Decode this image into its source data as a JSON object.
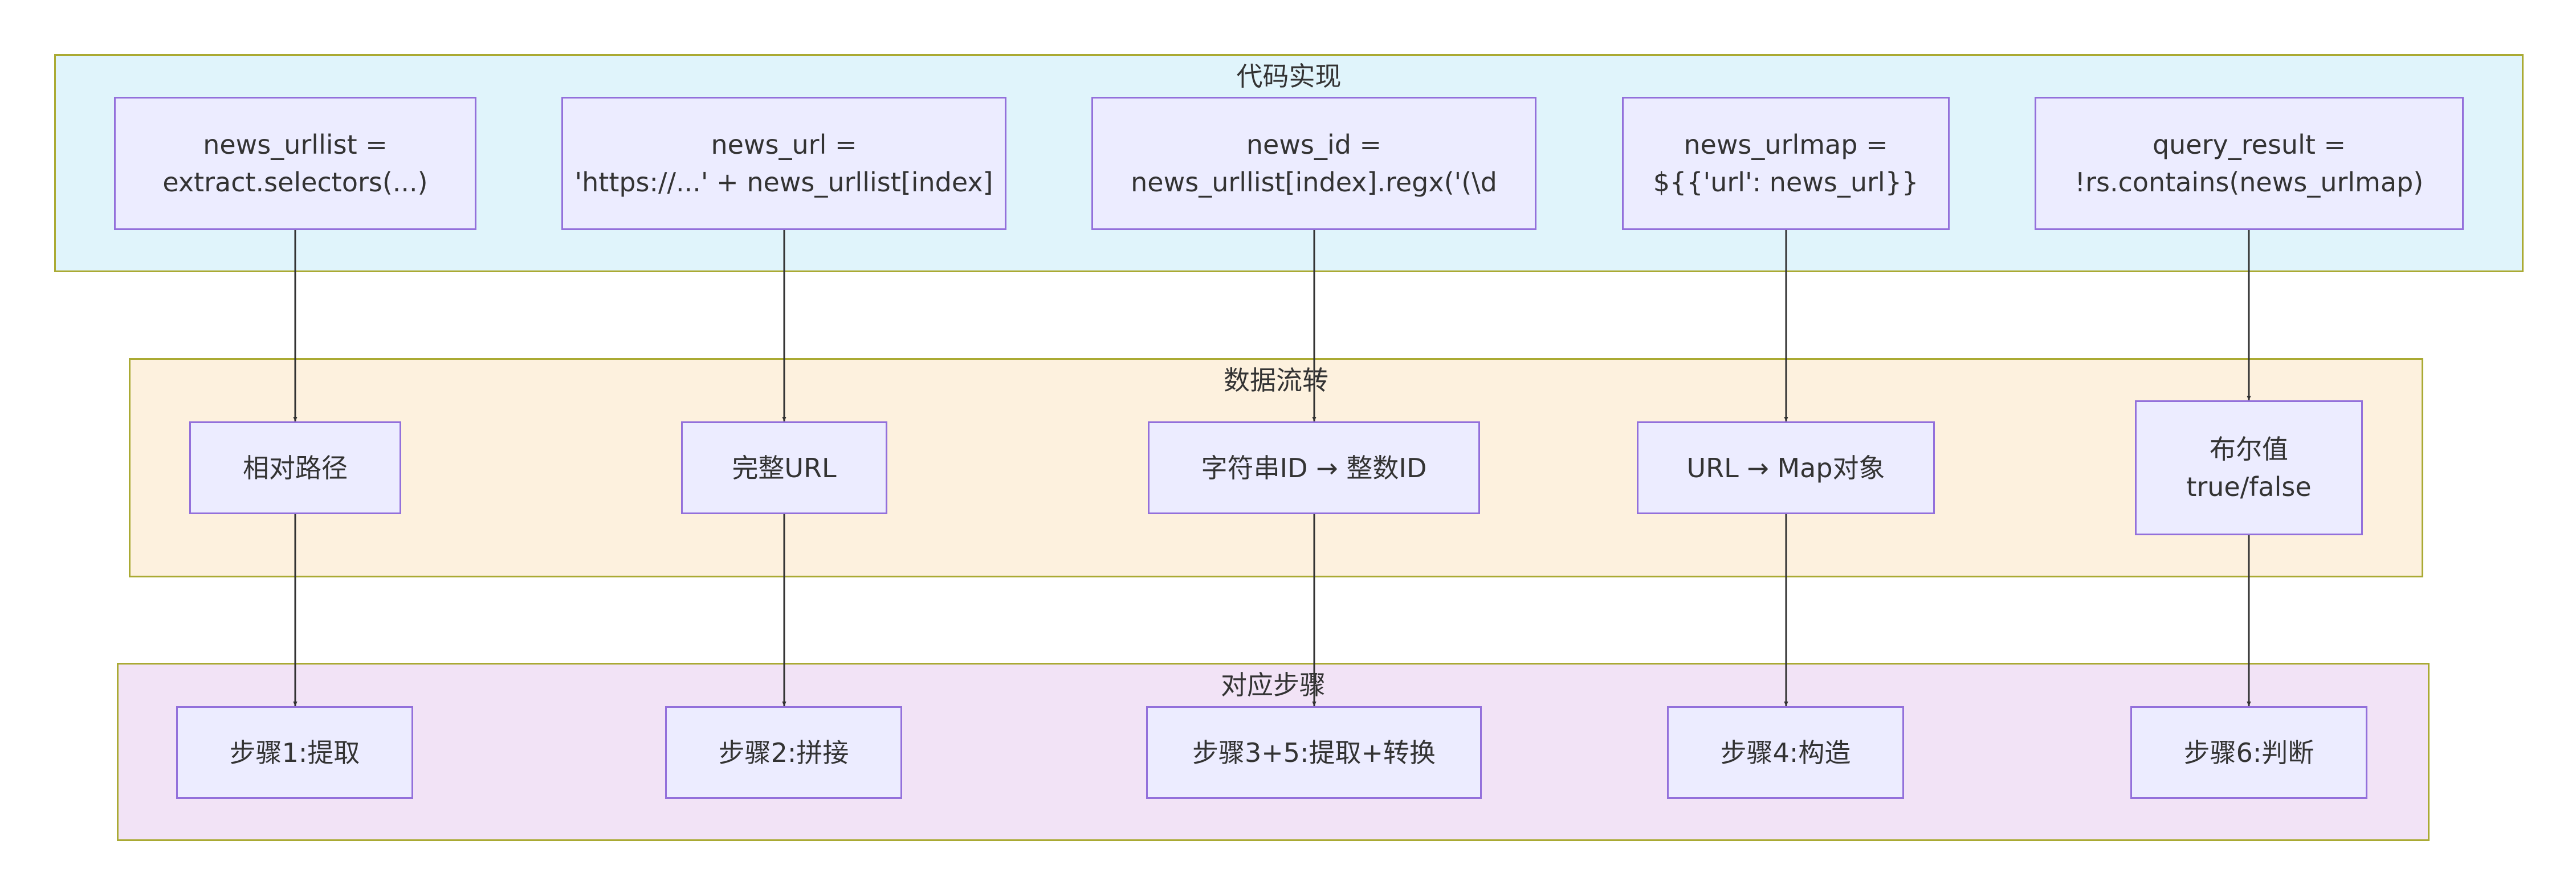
{
  "clusters": {
    "code": {
      "title": "代码实现",
      "fill": "#e0f4fb"
    },
    "flow": {
      "title": "数据流转",
      "fill": "#fdf1de"
    },
    "steps": {
      "title": "对应步骤",
      "fill": "#f2e3f6"
    }
  },
  "code_nodes": [
    {
      "line1": "news_urllist =",
      "line2": "extract.selectors(...)"
    },
    {
      "line1": "news_url =",
      "line2": "'https://...' + news_urllist[index]"
    },
    {
      "line1": "news_id =",
      "line2": "news_urllist[index].regx('(\\d"
    },
    {
      "line1": "news_urlmap =",
      "line2": "${{'url': news_url}}"
    },
    {
      "line1": "query_result =",
      "line2": "!rs.contains(news_urlmap)"
    }
  ],
  "flow_nodes": [
    {
      "line1": "相对路径",
      "line2": ""
    },
    {
      "line1": "完整URL",
      "line2": ""
    },
    {
      "line1": "字符串ID → 整数ID",
      "line2": ""
    },
    {
      "line1": "URL → Map对象",
      "line2": ""
    },
    {
      "line1": "布尔值",
      "line2": "true/false"
    }
  ],
  "step_nodes": [
    {
      "label": "步骤1:提取"
    },
    {
      "label": "步骤2:拼接"
    },
    {
      "label": "步骤3+5:提取+转换"
    },
    {
      "label": "步骤4:构造"
    },
    {
      "label": "步骤6:判断"
    }
  ],
  "colors": {
    "node_fill": "#ececff",
    "node_border": "#9370db",
    "cluster_border": "#aaaa33",
    "edge": "#333333"
  }
}
